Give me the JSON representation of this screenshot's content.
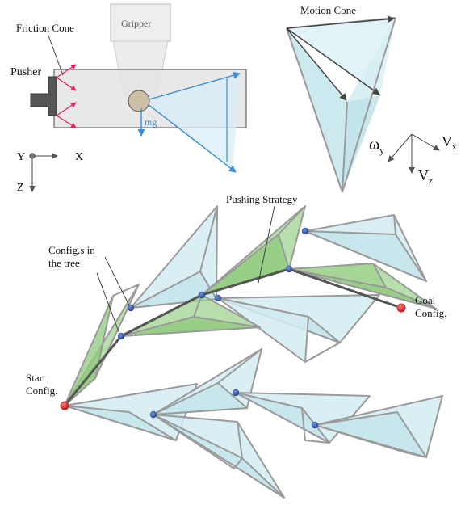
{
  "labels": {
    "friction_cone": "Friction Cone",
    "gripper": "Gripper",
    "pusher": "Pusher",
    "mg": "mg",
    "axis_y": "Y",
    "axis_x": "X",
    "axis_z": "Z",
    "motion_cone": "Motion Cone",
    "omega": "ω",
    "omega_sub": "y",
    "vx": "V",
    "vx_sub": "x",
    "vz": "V",
    "vz_sub": "z",
    "pushing_strategy": "Pushing Strategy",
    "configs_line1": "Config.s in",
    "configs_line2": "the tree",
    "start_line1": "Start",
    "start_line2": "Config.",
    "goal_line1": "Goal",
    "goal_line2": "Config."
  },
  "colors": {
    "friction_arrow": "#e0245e",
    "mg_arrow": "#3b8fd6",
    "node": "#2a4f9e",
    "start_goal": "#d11f1f",
    "path": "#555555",
    "cone_blue": "#d2ecf1",
    "cone_green": "#9fd38f"
  }
}
